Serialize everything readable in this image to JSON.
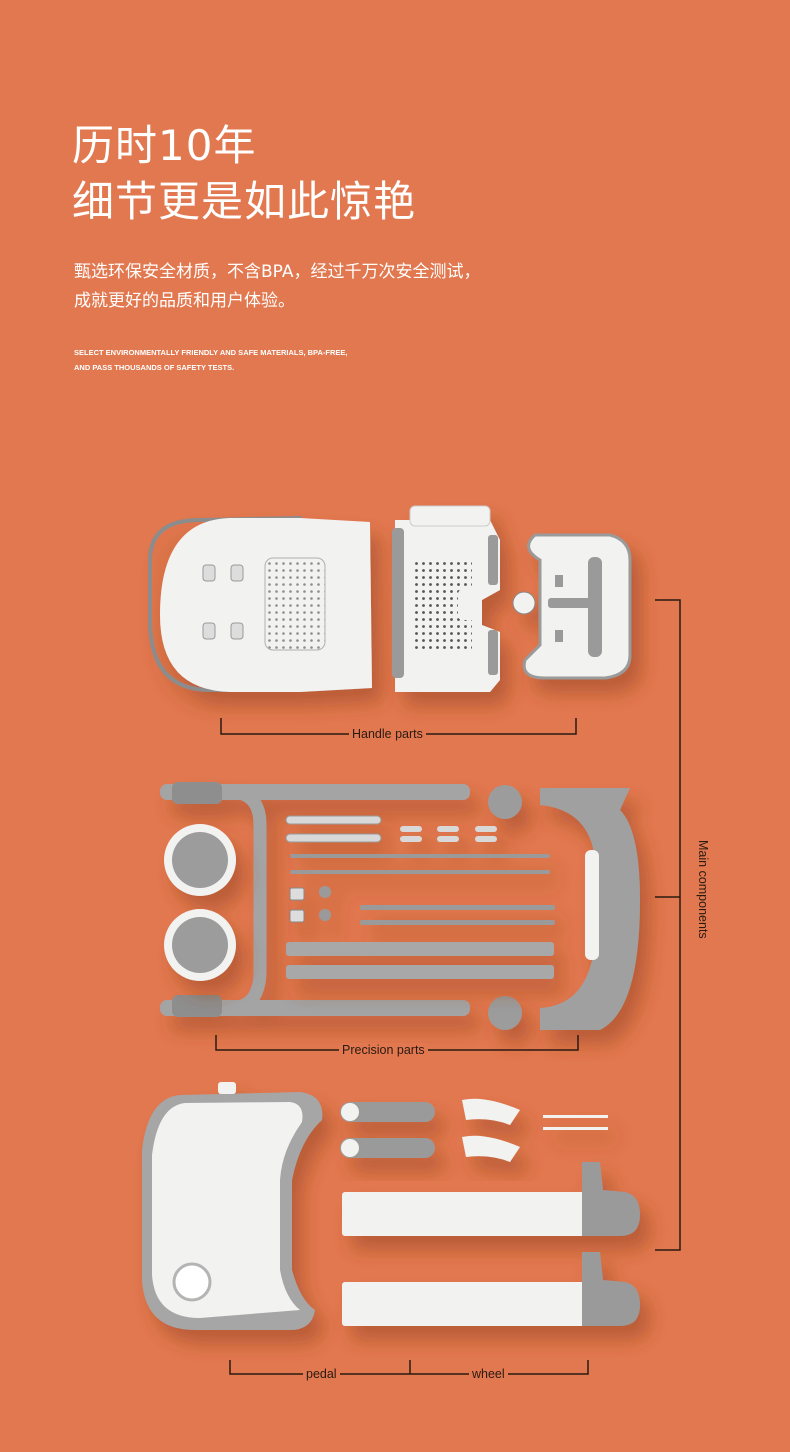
{
  "headline": {
    "line1": "历时10年",
    "line2": "细节更是如此惊艳"
  },
  "subtitle": {
    "line1": "甄选环保安全材质，不含BPA，经过千万次安全测试，",
    "line2": "成就更好的品质和用户体验。"
  },
  "english": {
    "line1": "SELECT ENVIRONMENTALLY FRIENDLY AND SAFE MATERIALS, BPA-FREE,",
    "line2": "AND PASS THOUSANDS OF SAFETY TESTS."
  },
  "labels": {
    "handle_parts": "Handle parts",
    "precision_parts": "Precision parts",
    "pedal": "pedal",
    "wheel": "wheel",
    "main_components": "Main components"
  },
  "colors": {
    "background": "#e2784f",
    "plastic_white": "#f2f2f0",
    "plastic_grey": "#9a9a9a",
    "line": "#2a1a12"
  }
}
